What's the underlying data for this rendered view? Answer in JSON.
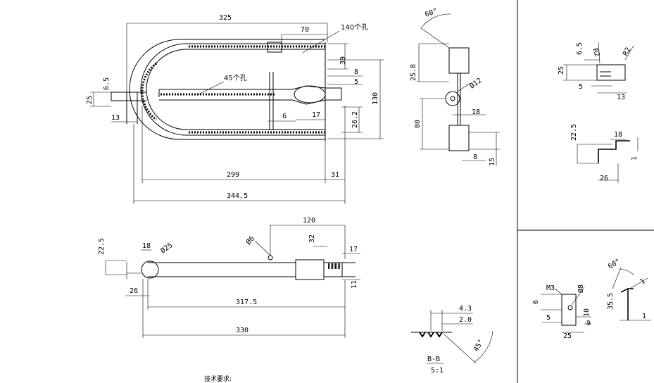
{
  "drawing": {
    "top_view": {
      "d325": "325",
      "d70": "70",
      "holes140": "140个孔",
      "d39": "39",
      "d8": "8",
      "d5": "5",
      "holes45": "45个孔",
      "d6_5": "6.5",
      "d25": "25",
      "d13": "13",
      "d6": "6",
      "d17": "17",
      "d130": "130",
      "d26_2": "26.2",
      "d299": "299",
      "d31": "31",
      "d344_5": "344.5"
    },
    "side_view": {
      "d120": "120",
      "phi6": "Ø6",
      "d32": "32",
      "d22_5": "22.5",
      "d18": "18",
      "phi25": "Ø25",
      "d17": "17",
      "d26": "26",
      "d11": "11",
      "d317_5": "317.5",
      "d330": "330"
    },
    "bracket_view": {
      "a60": "60°",
      "d25_8": "25.8",
      "phi12": "Ø12",
      "d18": "18",
      "d80": "80",
      "d8": "8",
      "d15": "15"
    },
    "section_bb": {
      "d4_3": "4.3",
      "d2_0": "2.0",
      "a45": "45°",
      "label": "B-B",
      "scale": "5:1"
    },
    "detail_a": {
      "d6_5": "6.5",
      "r2a": "R2",
      "r2b": "R2",
      "d25": "25",
      "d5": "5",
      "d13": "13"
    },
    "detail_b": {
      "d22_5": "22.5",
      "d18": "18",
      "d1": "1",
      "d26": "26"
    },
    "detail_c": {
      "m3": "M3",
      "d6": "6",
      "phi8": "Ø8",
      "d10": "10",
      "d5": "5",
      "d9": "9",
      "d25": "25",
      "a60": "60°",
      "d1a": "1",
      "d35_5": "35.5",
      "d1b": "1"
    },
    "notes_title": "技术要求:"
  }
}
